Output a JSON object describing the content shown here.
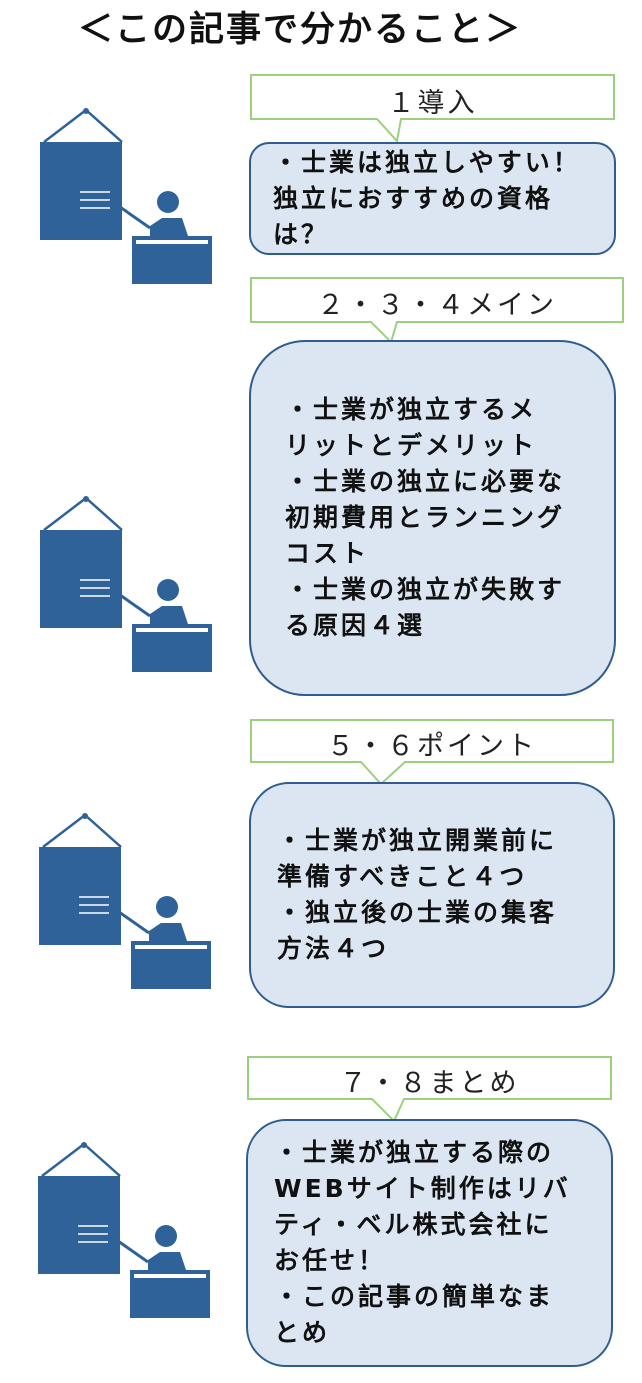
{
  "title": "＜この記事で分かること＞",
  "colors": {
    "icon_blue": "#2e6299",
    "box_fill": "#dce6f2",
    "box_border": "#2f5d8e",
    "callout_border": "#9bd17e"
  },
  "sections": [
    {
      "label": "１導入",
      "lines": [
        "・士業は独立しやすい！",
        "独立におすすめの資格",
        "は？"
      ]
    },
    {
      "label": "２・３・４メイン",
      "lines": [
        "・士業が独立するメ",
        "リットとデメリット",
        "・士業の独立に必要な",
        "初期費用とランニング",
        "コスト",
        "・士業の独立が失敗す",
        "る原因４選"
      ]
    },
    {
      "label": "５・６ポイント",
      "lines": [
        "・士業が独立開業前に",
        "準備すべきこと４つ",
        "・独立後の士業の集客",
        "方法４つ"
      ]
    },
    {
      "label": "７・８まとめ",
      "lines": [
        "・士業が独立する際の",
        "WEBサイト制作はリバ",
        "ティ・ベル株式会社に",
        "お任せ！",
        "・この記事の簡単なま",
        "とめ"
      ]
    }
  ]
}
